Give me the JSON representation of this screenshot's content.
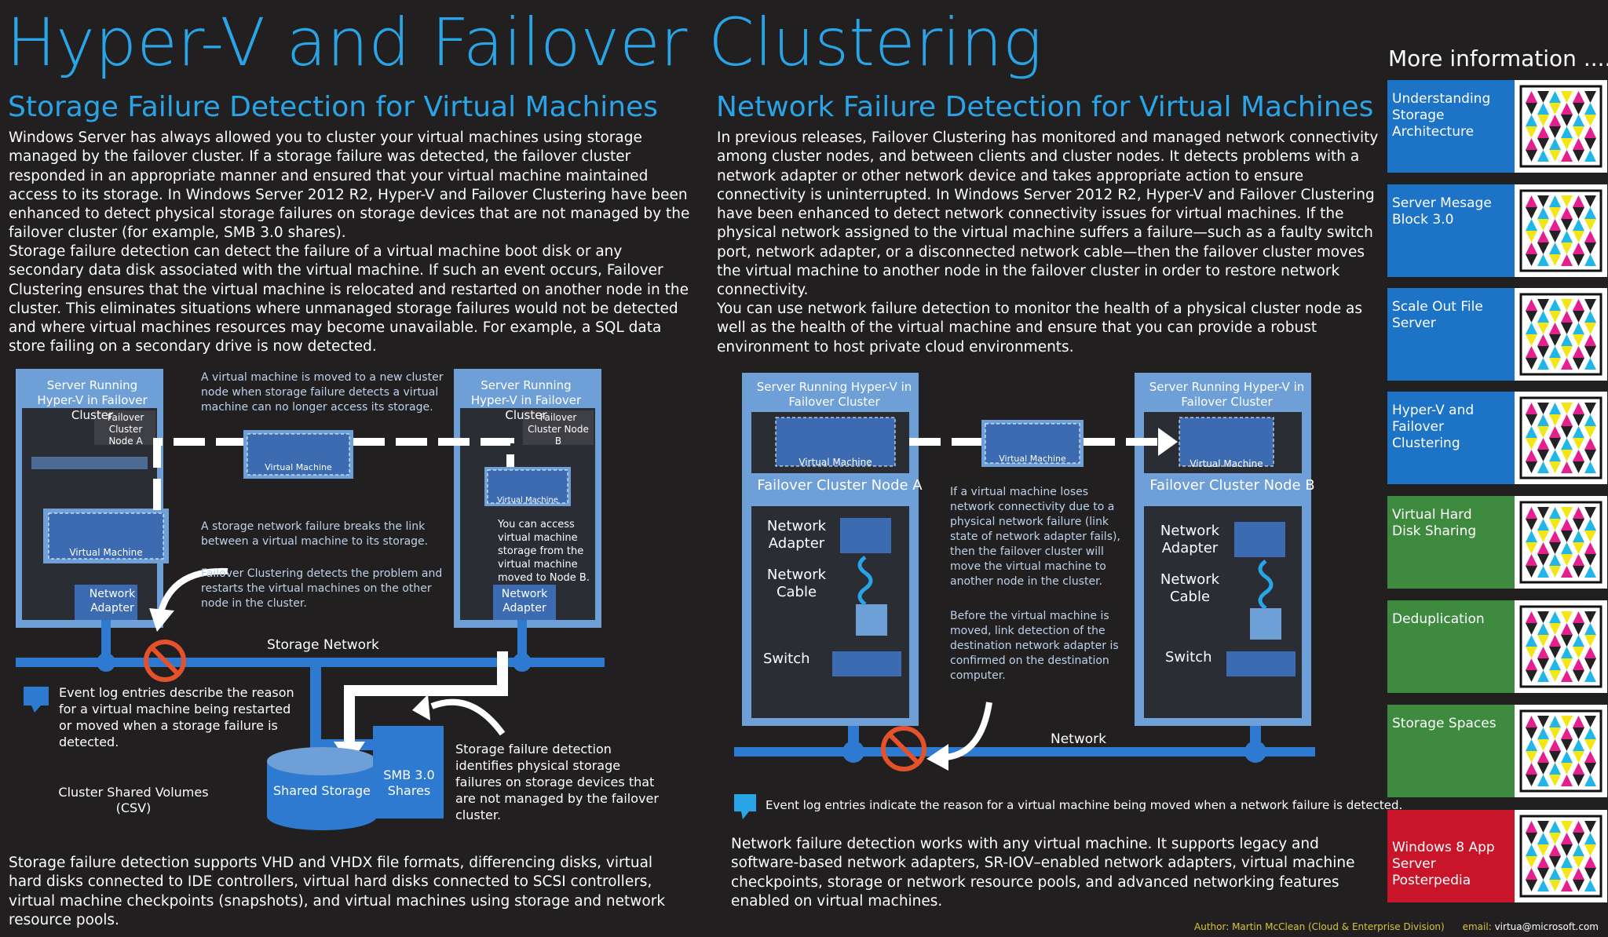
{
  "title": "Hyper-V and Failover Clustering",
  "storage": {
    "heading": "Storage Failure Detection for Virtual Machines",
    "p1": "Windows Server has always allowed you to cluster your virtual machines using storage managed by the failover cluster. If a storage failure was detected, the failover cluster responded in an appropriate manner and ensured that your virtual machine maintained access to its storage. In Windows Server 2012 R2, Hyper-V and Failover Clustering have been enhanced to detect physical storage failures on storage devices that are not managed by the failover cluster (for example, SMB 3.0 shares).",
    "p2": "Storage failure detection can detect the failure of a virtual machine boot disk or any secondary data disk associated with the virtual machine. If such an event occurs, Failover Clustering ensures that the virtual machine is relocated and restarted on another node in the cluster. This eliminates situations where unmanaged storage failures would not be detected and where virtual machines resources may become unavailable. For example, a SQL data store failing on a secondary drive is now detected.",
    "p3": "Storage failure detection supports VHD and VHDX file formats, differencing disks, virtual hard disks connected to IDE controllers, virtual hard disks connected to SCSI controllers, virtual machine checkpoints (snapshots), and virtual machines using storage and network resource pools.",
    "server_a_title": "Server Running Hyper-V in Failover Cluster",
    "server_b_title": "Server Running Hyper-V in Failover Cluster",
    "node_a": "Failover Cluster Node A",
    "node_b": "Failover Cluster Node B",
    "vm_label": "Virtual Machine",
    "net_adapter": "Network Adapter",
    "note_moved": "A virtual machine is moved to a new cluster node when storage failure detects a virtual machine can no longer access its storage.",
    "note_break": "A storage network failure breaks the link between a virtual machine to its storage.",
    "note_detect": "Failover Clustering detects the problem and restarts the virtual machines on the other node in the cluster.",
    "note_access": "You can access virtual machine storage from the virtual machine moved to Node B.",
    "storage_network": "Storage Network",
    "event_log": "Event log entries describe the reason for a virtual machine being restarted or moved when a storage failure is detected.",
    "shared_storage": "Shared Storage",
    "csv": "Cluster Shared Volumes (CSV)",
    "smb": "SMB 3.0 Shares",
    "note_smb": "Storage failure detection identifies physical storage failures on storage devices that are not managed by the failover cluster."
  },
  "network": {
    "heading": "Network Failure Detection for Virtual Machines",
    "p1": "In previous releases, Failover Clustering has monitored and managed network connectivity among cluster nodes, and between clients and cluster nodes. It detects problems with a network adapter or other network device and takes appropriate action to ensure connectivity is uninterrupted. In Windows Server 2012 R2, Hyper-V and Failover Clustering have been enhanced to detect network connectivity issues for virtual machines. If the physical network assigned to the virtual machine suffers a failure—such as a faulty switch port, network adapter, or a disconnected network cable—then the failover cluster moves the virtual machine to another node in the failover cluster in order to restore network connectivity.",
    "p2": "You can use network failure detection to monitor the health of a physical cluster node as well as the health of the virtual machine and ensure that you can provide a robust environment to host private cloud environments.",
    "p3": "Network failure detection works with any virtual machine. It supports legacy and software-based network adapters, SR-IOV–enabled network adapters, virtual machine checkpoints, storage or network resource pools, and advanced networking features enabled on virtual machines.",
    "server_title": "Server Running Hyper-V in Failover Cluster",
    "node_a": "Failover Cluster Node A",
    "node_b": "Failover Cluster Node B",
    "vm_label": "Virtual Machine",
    "net_adapter": "Network Adapter",
    "net_cable": "Network Cable",
    "switch": "Switch",
    "network_label": "Network",
    "note_loses": "If a virtual machine loses network connectivity due to a physical network failure (link state of network adapter fails), then the failover cluster will move the virtual machine to another node in the cluster.",
    "note_before": "Before the virtual machine is moved, link detection of the destination network adapter is confirmed on the destination computer.",
    "event_log": "Event log entries indicate the reason for a virtual machine being moved when a network failure is detected."
  },
  "more_info": {
    "heading": "More information ....",
    "tiles": [
      {
        "label": "Understanding Storage Architecture",
        "color": "#1d74c7"
      },
      {
        "label": "Server Mesage Block 3.0",
        "color": "#1d74c7"
      },
      {
        "label": "Scale Out File Server",
        "color": "#1d74c7"
      },
      {
        "label": "Hyper-V and Failover Clustering",
        "color": "#1d74c7"
      },
      {
        "label": "Virtual Hard Disk Sharing",
        "color": "#3e8a3e"
      },
      {
        "label": "Deduplication",
        "color": "#3e8a3e"
      },
      {
        "label": "Storage Spaces",
        "color": "#3e8a3e"
      },
      {
        "label": "Windows 8 App Server Posterpedia",
        "color": "#c8152a"
      }
    ]
  },
  "footer": {
    "author": "Author: Martin McClean (Cloud & Enterprise Division)",
    "email_label": "email:",
    "email": "virtua@microsoft.com"
  },
  "colors": {
    "accent": "#29a4e6",
    "server_frame": "#6e9fd6",
    "network_line": "#2f7ad1",
    "error": "#e4522b"
  }
}
